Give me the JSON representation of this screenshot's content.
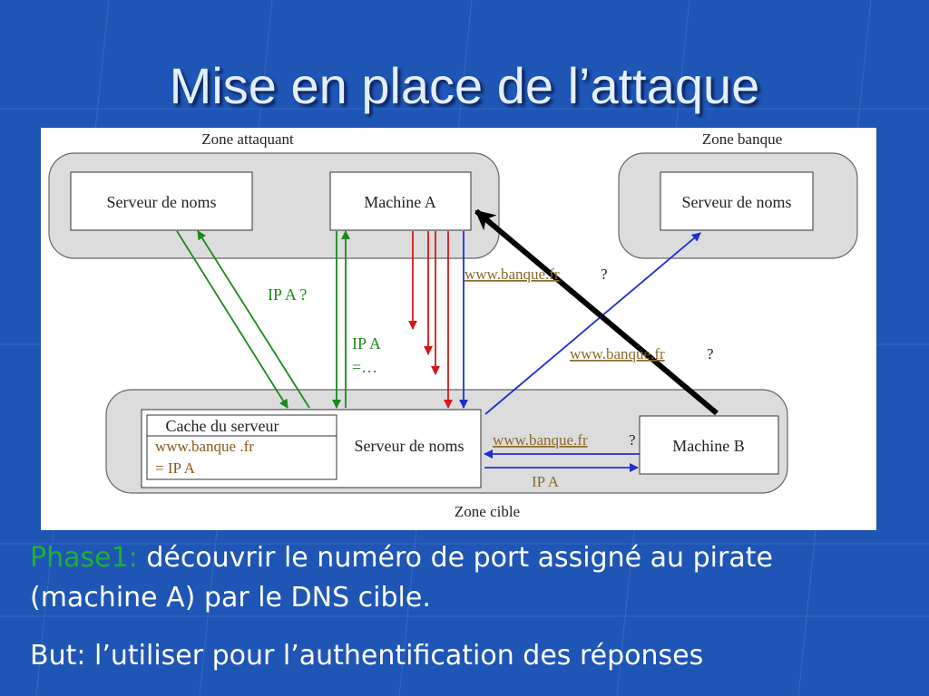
{
  "title": "Mise en place de l’attaque",
  "diagram": {
    "zones": {
      "attacker": "Zone attaquant",
      "bank": "Zone banque",
      "target": "Zone cible"
    },
    "nodes": {
      "attacker_nameserver": "Serveur de noms",
      "machine_a": "Machine A",
      "bank_nameserver": "Serveur de noms",
      "target_nameserver": "Serveur de noms",
      "machine_b": "Machine B"
    },
    "cache": {
      "title": "Cache du serveur",
      "line1": "www.banque .fr",
      "line2": "= IP A"
    },
    "labels": {
      "ip_a_query": "IP A ?",
      "ip_a_answer_1": "IP A",
      "ip_a_answer_2": "=…",
      "bank_query_1": "www.banque.fr",
      "bank_query_1_q": "?",
      "bank_query_2": "www.banque.fr",
      "bank_query_2_q": "?",
      "bank_query_3": "www.banque.fr",
      "bank_query_3_q": "?",
      "ip_a_reply": "IP A"
    },
    "colors": {
      "green": "#1a8a1a",
      "red": "#d81818",
      "blue": "#1e2fd0",
      "black": "#000000",
      "link_text": "#8a6a2a",
      "cache_text": "#8a5a20",
      "zone_fill": "#dcdcdc"
    }
  },
  "phase": {
    "label": "Phase1:",
    "text": " découvrir le numéro de port assigné au pirate (machine A) par le DNS cible."
  },
  "goal": {
    "text": "But: l’utiliser pour l’authentification des réponses"
  }
}
